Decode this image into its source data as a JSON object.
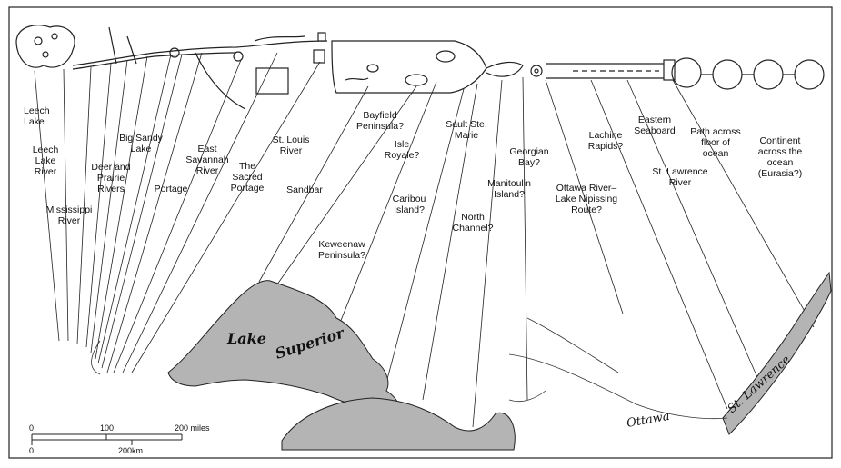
{
  "labels": {
    "leech_lake": [
      "Leech",
      "Lake"
    ],
    "leech_lake_river": [
      "Leech",
      "Lake",
      "River"
    ],
    "deer_prairie": [
      "Deer and",
      "Prairie",
      "Rivers"
    ],
    "mississippi": [
      "Mississippi",
      "River"
    ],
    "big_sandy": [
      "Big Sandy",
      "Lake"
    ],
    "portage": [
      "Portage"
    ],
    "east_savannah": [
      "East",
      "Savannah",
      "River"
    ],
    "sacred_portage": [
      "The",
      "Sacred",
      "Portage"
    ],
    "st_louis": [
      "St. Louis",
      "River"
    ],
    "sandbar": [
      "Sandbar"
    ],
    "bayfield": [
      "Bayfield",
      "Peninsula?"
    ],
    "isle_royale": [
      "Isle",
      "Royale?"
    ],
    "sault": [
      "Sault Ste.",
      "Marie"
    ],
    "caribou": [
      "Caribou",
      "Island?"
    ],
    "keweenaw": [
      "Keweenaw",
      "Peninsula?"
    ],
    "north_channel": [
      "North",
      "Channel?"
    ],
    "manitoulin": [
      "Manitoulin",
      "Island?"
    ],
    "georgian": [
      "Georgian",
      "Bay?"
    ],
    "ottawa_route": [
      "Ottawa River–",
      "Lake Nipissing",
      "Route?"
    ],
    "lachine": [
      "Lachine",
      "Rapids?"
    ],
    "eastern_seaboard": [
      "Eastern",
      "Seaboard"
    ],
    "st_lawrence_river": [
      "St. Lawrence",
      "River"
    ],
    "path_ocean": [
      "Path across",
      "floor of",
      "ocean"
    ],
    "continent": [
      "Continent",
      "across the",
      "ocean",
      "(Eurasia?)"
    ]
  },
  "map_labels": {
    "lake": "Lake",
    "superior": "Superior",
    "ottawa": "Ottawa",
    "st_lawrence": "St. Lawrence"
  },
  "scale": {
    "miles_ticks": [
      "0",
      "100",
      "200 miles"
    ],
    "km_ticks": [
      "0",
      "200km"
    ]
  },
  "colors": {
    "land": "#b4b4b4",
    "ink": "#222222"
  }
}
